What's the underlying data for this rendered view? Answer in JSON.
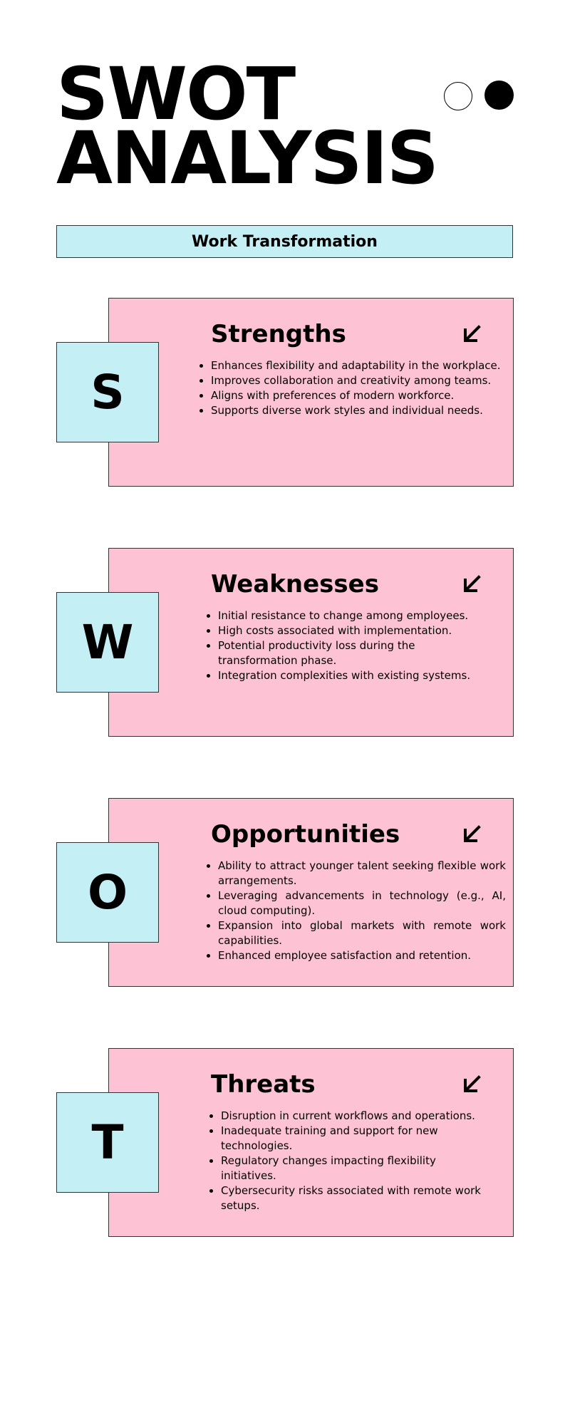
{
  "title": {
    "line1": "SWOT",
    "line2": "ANALYSIS"
  },
  "subtitle": "Work Transformation",
  "colors": {
    "pink": "#fdc3d4",
    "cyan": "#c3eff5",
    "text": "#000000"
  },
  "sections": [
    {
      "letter": "S",
      "title": "Strengths",
      "icon": "arrow-down-left-icon",
      "items": [
        "Enhances flexibility and adaptability in the workplace.",
        "Improves collaboration and creativity among teams.",
        "Aligns with preferences of modern workforce.",
        "Supports diverse work styles and individual needs."
      ]
    },
    {
      "letter": "W",
      "title": "Weaknesses",
      "icon": "arrow-down-left-icon",
      "items": [
        "Initial resistance to change among employees.",
        "High costs associated with implementation.",
        "Potential productivity loss during the transformation phase.",
        "Integration complexities with existing systems."
      ]
    },
    {
      "letter": "O",
      "title": "Opportunities",
      "icon": "arrow-down-left-icon",
      "items": [
        "Ability to attract younger talent seeking flexible work arrangements.",
        "Leveraging advancements in technology (e.g., AI, cloud computing).",
        "Expansion into global markets with remote work capabilities.",
        "Enhanced employee satisfaction and retention."
      ]
    },
    {
      "letter": "T",
      "title": "Threats",
      "icon": "arrow-down-left-icon",
      "items": [
        "Disruption in current workflows and operations.",
        "Inadequate training and support for new technologies.",
        "Regulatory changes impacting flexibility initiatives.",
        "Cybersecurity risks associated with remote work setups."
      ]
    }
  ]
}
